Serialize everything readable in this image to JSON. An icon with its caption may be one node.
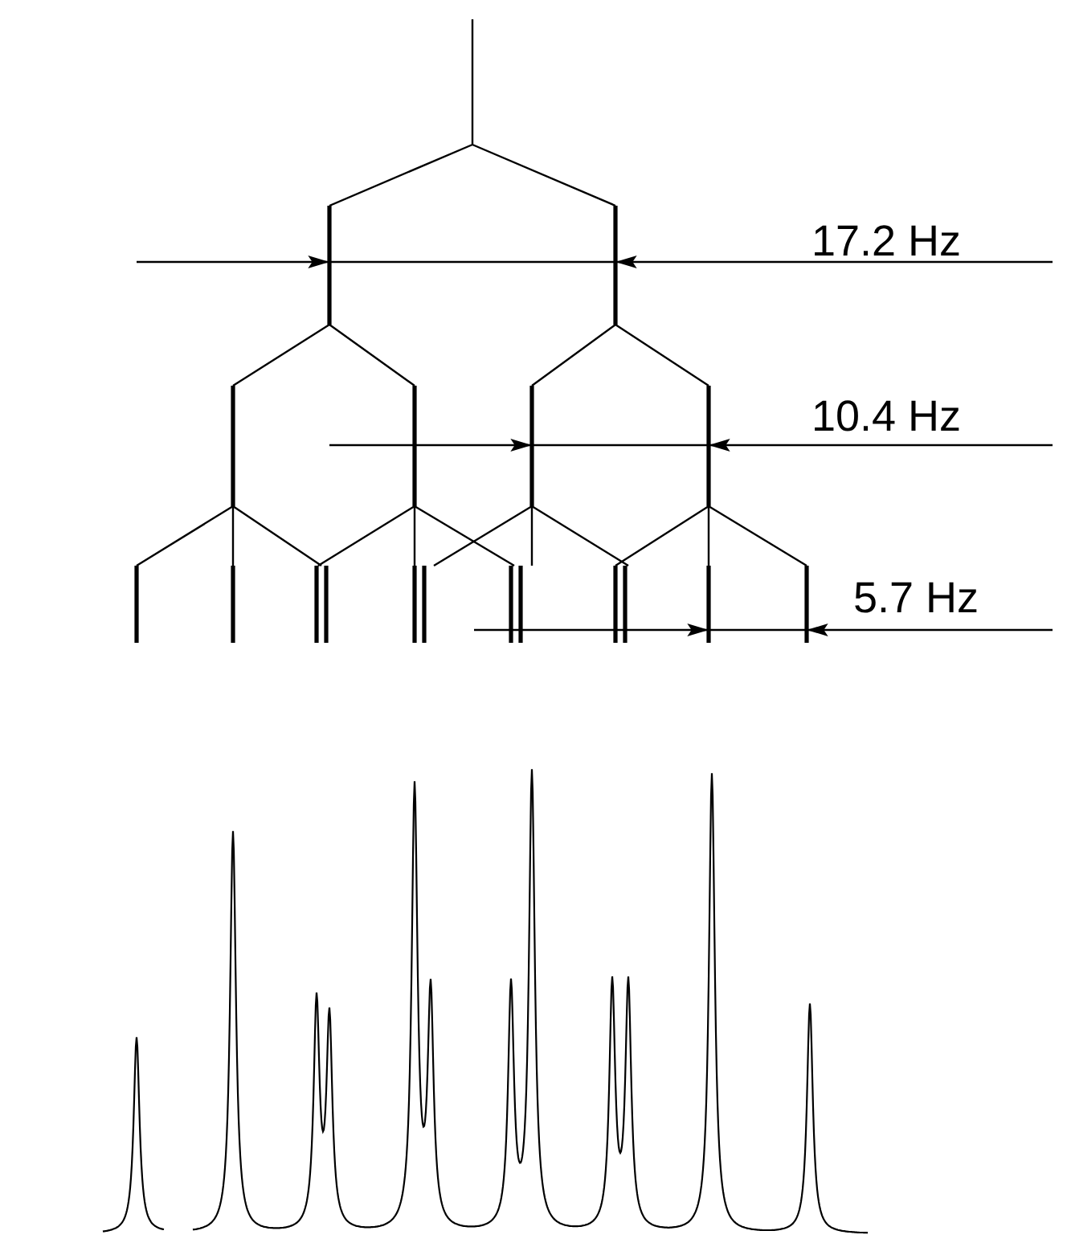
{
  "diagram": {
    "labels": [
      "17.2 Hz",
      "10.4 Hz",
      "5.7 Hz"
    ]
  }
}
